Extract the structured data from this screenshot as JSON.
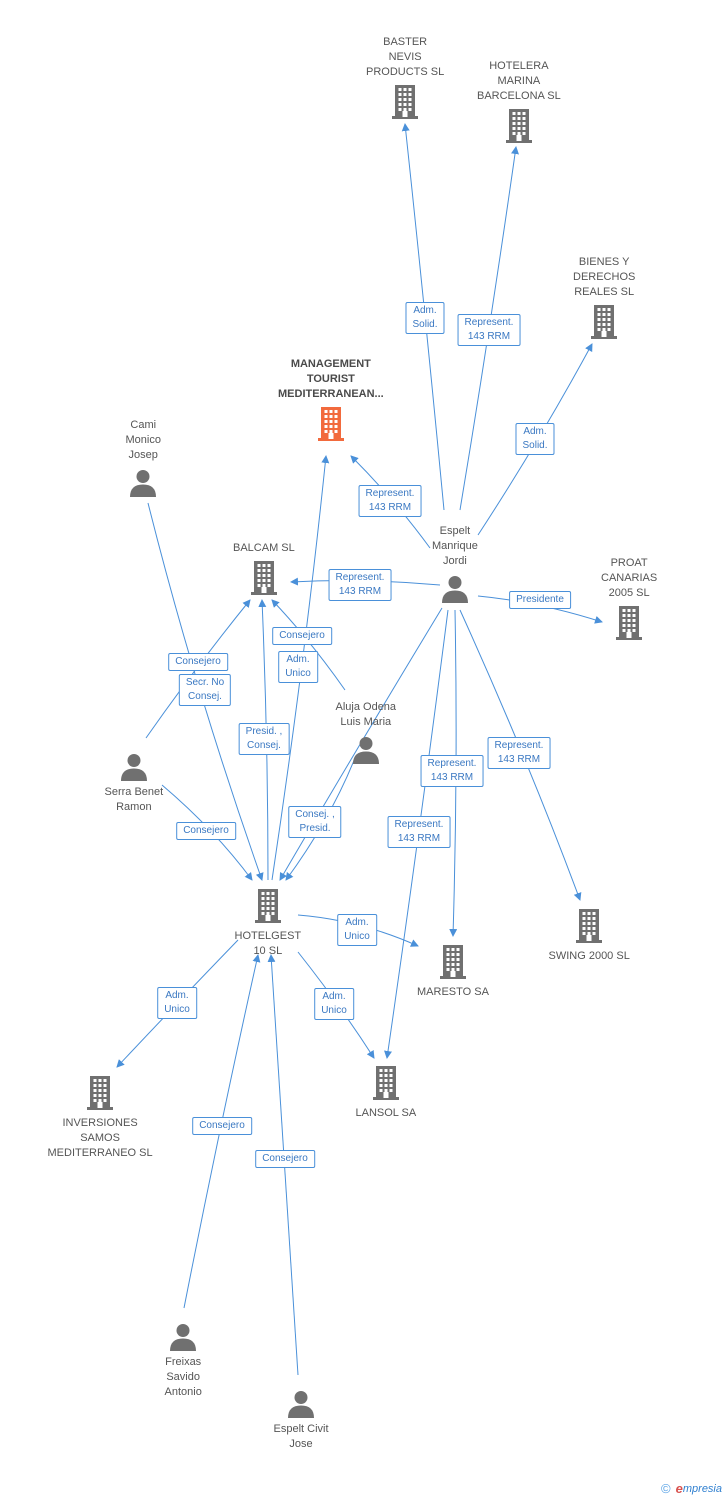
{
  "colors": {
    "edge": "#4a90d9",
    "node": "#707070",
    "main": "#f26a3d",
    "label_border": "#4a90d9",
    "label_text": "#3a78c2"
  },
  "nodes": [
    {
      "id": "baster",
      "type": "company",
      "label": "BASTER\nNEVIS\nPRODUCTS SL"
    },
    {
      "id": "hotelera",
      "type": "company",
      "label": "HOTELERA\nMARINA\nBARCELONA SL"
    },
    {
      "id": "bienes",
      "type": "company",
      "label": "BIENES Y\nDERECHOS\nREALES SL"
    },
    {
      "id": "mtm",
      "type": "company",
      "main": true,
      "label": "MANAGEMENT\nTOURIST\nMEDITERRANEAN..."
    },
    {
      "id": "cami",
      "type": "person",
      "label": "Cami\nMonico\nJosep"
    },
    {
      "id": "balcam",
      "type": "company",
      "label": "BALCAM SL"
    },
    {
      "id": "espelt",
      "type": "person",
      "label": "Espelt\nManrique\nJordi"
    },
    {
      "id": "proat",
      "type": "company",
      "label": "PROAT\nCANARIAS\n2005 SL"
    },
    {
      "id": "aluja",
      "type": "person",
      "label": "Aluja Odena\nLuis Maria"
    },
    {
      "id": "serra",
      "type": "person",
      "label": "Serra Benet\nRamon"
    },
    {
      "id": "hotelgest",
      "type": "company",
      "label": "HOTELGEST\n10 SL"
    },
    {
      "id": "swing",
      "type": "company",
      "label": "SWING 2000 SL"
    },
    {
      "id": "maresto",
      "type": "company",
      "label": "MARESTO SA"
    },
    {
      "id": "lansol",
      "type": "company",
      "label": "LANSOL SA"
    },
    {
      "id": "inversiones",
      "type": "company",
      "label": "INVERSIONES\nSAMOS\nMEDITERRANEO SL"
    },
    {
      "id": "freixas",
      "type": "person",
      "label": "Freixas\nSavido\nAntonio"
    },
    {
      "id": "espeltcivit",
      "type": "person",
      "label": "Espelt Civit\nJose"
    }
  ],
  "edges": [
    {
      "from": "espelt",
      "to": "baster",
      "label": "Adm.\nSolid."
    },
    {
      "from": "espelt",
      "to": "hotelera",
      "label": "Represent.\n143 RRM"
    },
    {
      "from": "espelt",
      "to": "bienes",
      "label": "Adm.\nSolid."
    },
    {
      "from": "espelt",
      "to": "mtm",
      "label": "Represent.\n143 RRM"
    },
    {
      "from": "espelt",
      "to": "balcam",
      "label": "Represent.\n143 RRM"
    },
    {
      "from": "espelt",
      "to": "proat",
      "label": "Presidente"
    },
    {
      "from": "espelt",
      "to": "swing",
      "label": "Represent.\n143 RRM"
    },
    {
      "from": "espelt",
      "to": "maresto",
      "label": "Represent.\n143 RRM"
    },
    {
      "from": "espelt",
      "to": "lansol",
      "label": "Represent.\n143 RRM"
    },
    {
      "from": "espelt",
      "to": "hotelgest",
      "label": "Consejero"
    },
    {
      "from": "aluja",
      "to": "balcam",
      "label": "Consejero"
    },
    {
      "from": "aluja",
      "to": "hotelgest",
      "label": "Consej. ,\nPresid."
    },
    {
      "from": "serra",
      "to": "balcam",
      "label": "Consejero"
    },
    {
      "from": "serra",
      "to": "hotelgest",
      "label": "Consejero"
    },
    {
      "from": "cami",
      "to": "hotelgest",
      "label": "Secr.  No\nConsej."
    },
    {
      "from": "hotelgest",
      "to": "mtm",
      "label": "Adm.\nUnico"
    },
    {
      "from": "hotelgest",
      "to": "balcam",
      "label": "Presid. ,\nConsej."
    },
    {
      "from": "hotelgest",
      "to": "maresto",
      "label": "Adm.\nUnico"
    },
    {
      "from": "hotelgest",
      "to": "lansol",
      "label": "Adm.\nUnico"
    },
    {
      "from": "hotelgest",
      "to": "inversiones",
      "label": "Adm.\nUnico"
    },
    {
      "from": "freixas",
      "to": "hotelgest",
      "label": "Consejero"
    },
    {
      "from": "espeltcivit",
      "to": "hotelgest",
      "label": "Consejero"
    }
  ],
  "footer": {
    "copyright": "©",
    "brand_initial": "e",
    "brand_rest": "mpresia"
  }
}
